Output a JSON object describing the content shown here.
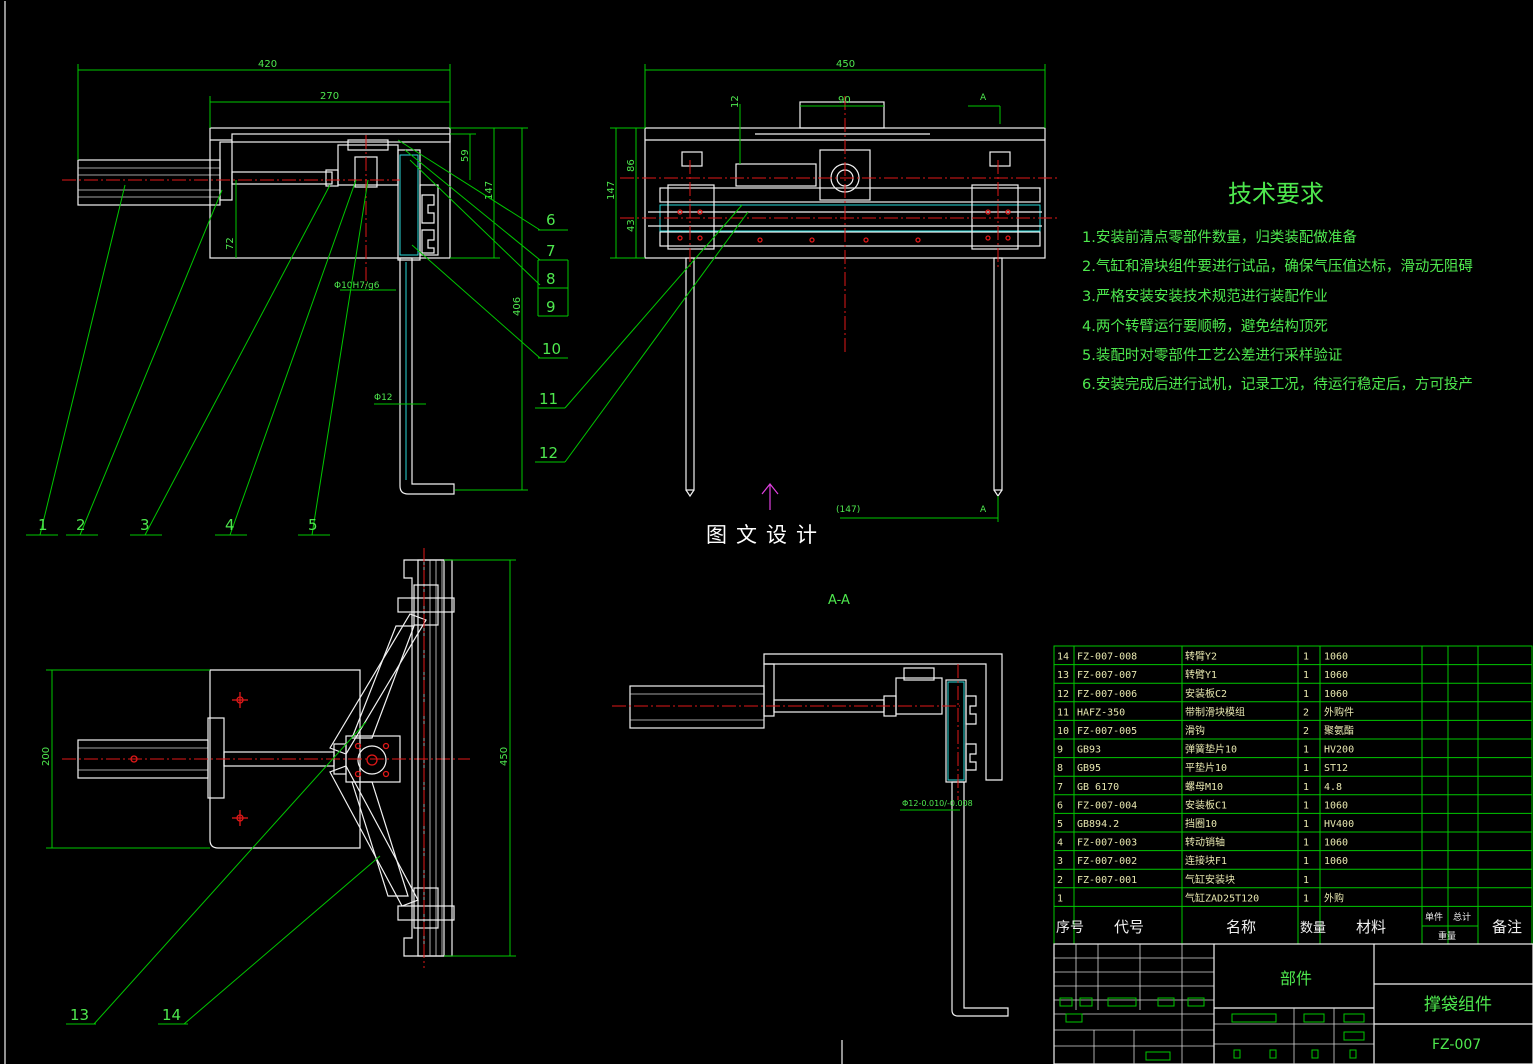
{
  "watermark": "图文设计",
  "section_label": "A-A",
  "tech_requirements": {
    "title": "技术要求",
    "items": [
      "1.安装前清点零部件数量，归类装配做准备",
      "2.气缸和滑块组件要进行试品，确保气压值达标，滑动无阻碍",
      "3.严格安装安装技术规范进行装配作业",
      "4.两个转臂运行要顺畅，避免结构顶死",
      "5.装配时对零部件工艺公差进行采样验证",
      "6.安装完成后进行试机，记录工况，待运行稳定后，方可投产"
    ]
  },
  "dimensions": {
    "d420": "420",
    "d270": "270",
    "d450_top": "450",
    "d90": "90",
    "d12": "12",
    "d59": "59",
    "d147": "147",
    "d72": "72",
    "d406": "406",
    "d86": "86",
    "d147b": "147",
    "d43": "43",
    "d200": "200",
    "d450_side": "450",
    "d147c": "(147)",
    "phi12": "Φ12",
    "phi10": "Φ10H7/g6",
    "phi12tol": "Φ12-0.010/-0.008",
    "marker_a": "A",
    "marker_a2": "A"
  },
  "balloons": [
    "1",
    "2",
    "3",
    "4",
    "5",
    "6",
    "7",
    "8",
    "9",
    "10",
    "11",
    "12",
    "13",
    "14"
  ],
  "bom": {
    "rows": [
      {
        "no": "14",
        "code": "FZ-007-008",
        "name": "转臂Y2",
        "qty": "1",
        "mat": "1060"
      },
      {
        "no": "13",
        "code": "FZ-007-007",
        "name": "转臂Y1",
        "qty": "1",
        "mat": "1060"
      },
      {
        "no": "12",
        "code": "FZ-007-006",
        "name": "安装板C2",
        "qty": "1",
        "mat": "1060"
      },
      {
        "no": "11",
        "code": "HAFZ-350",
        "name": "带制滑块模组",
        "qty": "2",
        "mat": "外购件"
      },
      {
        "no": "10",
        "code": "FZ-007-005",
        "name": "滑钩",
        "qty": "2",
        "mat": "聚氨酯"
      },
      {
        "no": "9",
        "code": "GB93",
        "name": "弹簧垫片10",
        "qty": "1",
        "mat": "HV200"
      },
      {
        "no": "8",
        "code": "GB95",
        "name": "平垫片10",
        "qty": "1",
        "mat": "ST12"
      },
      {
        "no": "7",
        "code": "GB 6170",
        "name": "螺母M10",
        "qty": "1",
        "mat": "4.8"
      },
      {
        "no": "6",
        "code": "FZ-007-004",
        "name": "安装板C1",
        "qty": "1",
        "mat": "1060"
      },
      {
        "no": "5",
        "code": "GB894.2",
        "name": "挡圈10",
        "qty": "1",
        "mat": "HV400"
      },
      {
        "no": "4",
        "code": "FZ-007-003",
        "name": "转动销轴",
        "qty": "1",
        "mat": "1060"
      },
      {
        "no": "3",
        "code": "FZ-007-002",
        "name": "连接块F1",
        "qty": "1",
        "mat": "1060"
      },
      {
        "no": "2",
        "code": "FZ-007-001",
        "name": "气缸安装块",
        "qty": "1",
        "mat": ""
      },
      {
        "no": "1",
        "code": "",
        "name": "气缸ZAD25T120",
        "qty": "1",
        "mat": "外购"
      }
    ],
    "header": {
      "no": "序号",
      "code": "代号",
      "name": "名称",
      "qty": "数量",
      "mat": "材料",
      "single": "单件",
      "total": "总计",
      "weight": "重量",
      "remark": "备注"
    }
  },
  "title_block": {
    "part_label": "部件",
    "drawing_name": "撑袋组件",
    "drawing_no": "FZ-007"
  },
  "colors": {
    "background": "#000000",
    "outline": "#ffffff",
    "dimension": "#00c800",
    "centerline": "#e01818",
    "hidden": "#28d8d8",
    "text_green": "#4ee84e"
  }
}
